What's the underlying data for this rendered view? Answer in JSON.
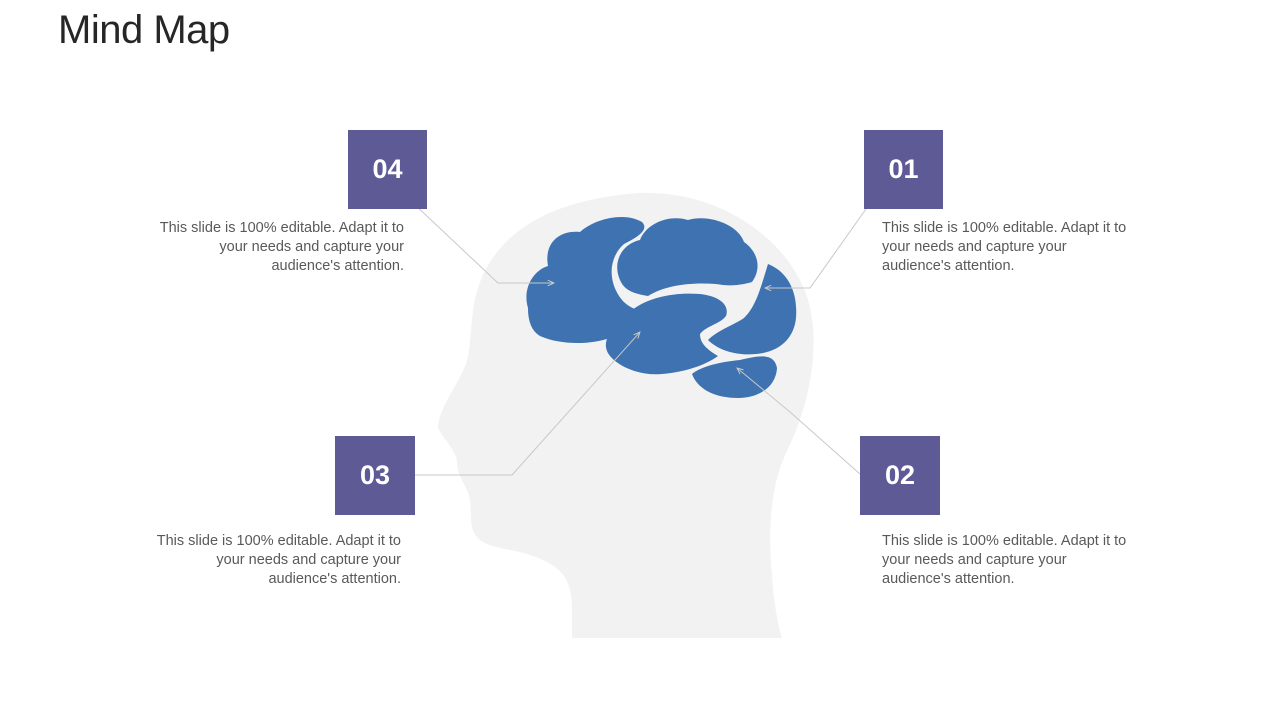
{
  "slide": {
    "title": "Mind Map"
  },
  "colors": {
    "badge": "#5e5a96",
    "brain": "#3e72b1",
    "head": "#f2f2f2",
    "connector": "#c8c8c8",
    "text": "#595959"
  },
  "nodes": [
    {
      "number": "01",
      "text": "This slide is 100% editable. Adapt it to your needs and capture your audience's attention."
    },
    {
      "number": "02",
      "text": "This slide is 100% editable. Adapt it to your needs and capture your audience's attention."
    },
    {
      "number": "03",
      "text": "This slide is 100% editable. Adapt it to your needs and capture your audience's attention."
    },
    {
      "number": "04",
      "text": "This slide is 100% editable. Adapt it to your needs and capture your audience's attention."
    }
  ]
}
